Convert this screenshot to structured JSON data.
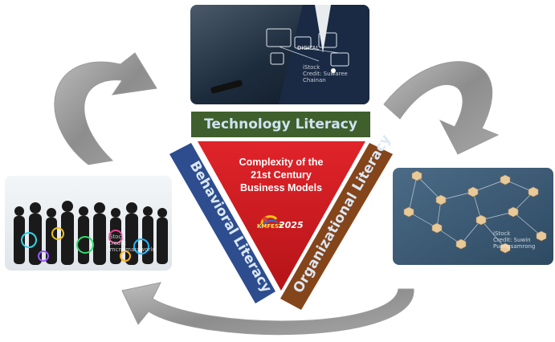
{
  "labels": {
    "technology": "Technology Literacy",
    "behavioral": "Behavioral Literacy",
    "organizational": "Organizational Literacy",
    "center_line1": "Complexity of the",
    "center_line2": "21st Century",
    "center_line3": "Business Models"
  },
  "logo": {
    "name": "KMFEST",
    "year": "2025"
  },
  "top_photo": {
    "overlay_text": "DIGITAL",
    "watermark_brand": "iStock",
    "watermark_credit": "Credit: Suwaree Chainan"
  },
  "left_photo": {
    "watermark_brand": "iStock",
    "watermark_credit": "Credit: rmcnamaraworld"
  },
  "right_photo": {
    "watermark_brand": "iStock",
    "watermark_credit": "Credit: Suwin Puengsamrong"
  },
  "colors": {
    "technology_band": "#3f5f2c",
    "behavioral_band": "#2e4d8f",
    "organizational_band": "#85451a",
    "center_triangle": "#d91c22",
    "arrow_gray": "#9a9a9a"
  }
}
